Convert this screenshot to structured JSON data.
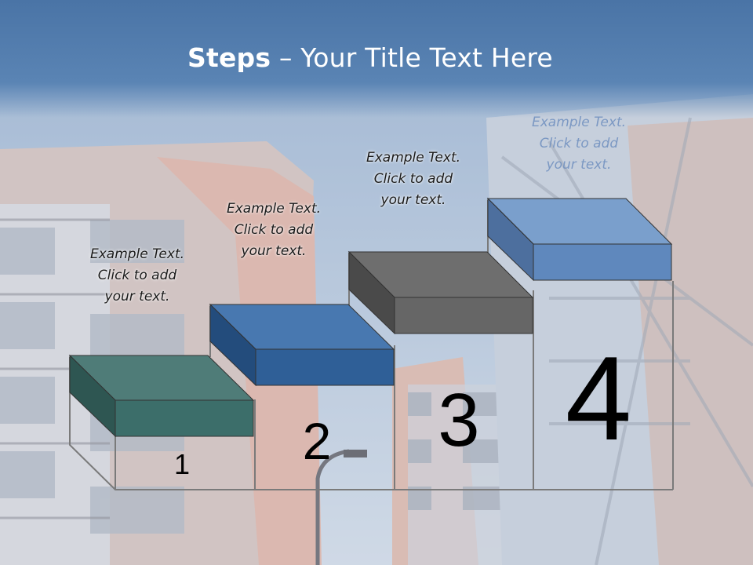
{
  "slide": {
    "title_bold": "Steps",
    "title_rest": " – Your Title Text Here",
    "steps": [
      {
        "number": "1",
        "text_lines": [
          "Example Text.",
          "Click  to add",
          "your text."
        ],
        "color": "#3c6e6a"
      },
      {
        "number": "2",
        "text_lines": [
          "Example Text.",
          "Click  to add",
          "your text."
        ],
        "color": "#2f5f97"
      },
      {
        "number": "3",
        "text_lines": [
          "Example Text.",
          "Click  to add",
          "your text."
        ],
        "color": "#666666"
      },
      {
        "number": "4",
        "text_lines": [
          "Example Text.",
          "Click  to add",
          "your text."
        ],
        "color": "#5f88bd"
      }
    ]
  },
  "colors": {
    "title_band": "#4a74a6",
    "title_text": "#ffffff",
    "outline": "#7a7a7a"
  }
}
